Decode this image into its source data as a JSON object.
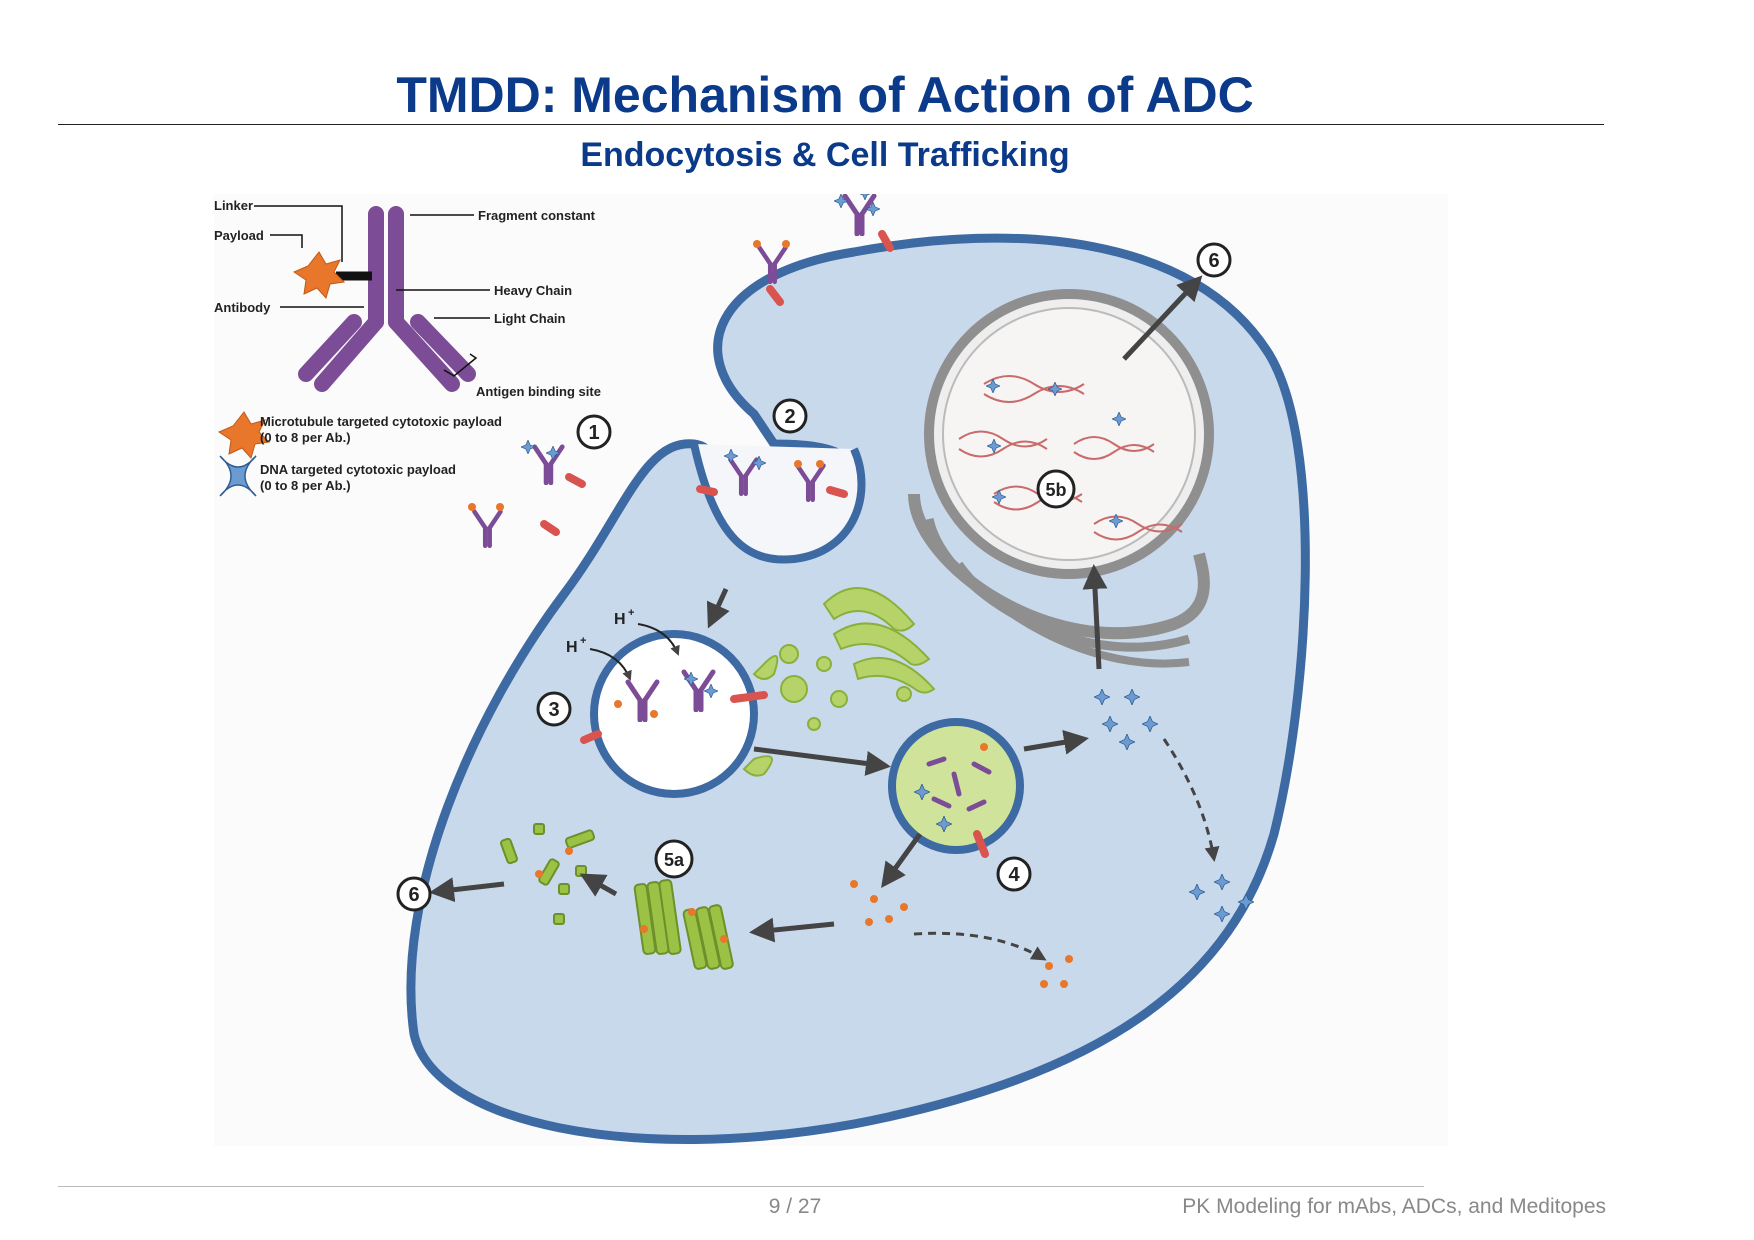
{
  "slide": {
    "title": "TMDD: Mechanism of Action of ADC",
    "subtitle": "Endocytosis & Cell Trafficking",
    "page": "9 / 27",
    "footer": "PK Modeling for mAbs, ADCs, and Meditopes"
  },
  "figure": {
    "legend": {
      "linker": "Linker",
      "payload": "Payload",
      "antibody": "Antibody",
      "fragment_constant": "Fragment constant",
      "heavy_chain": "Heavy Chain",
      "light_chain": "Light Chain",
      "antigen_binding_site": "Antigen binding site",
      "micro_payload_line1": "Microtubule targeted cytotoxic payload",
      "micro_payload_line2": "(0 to 8 per Ab.)",
      "dna_payload_line1": "DNA targeted cytotoxic payload",
      "dna_payload_line2": "(0 to 8 per Ab.)"
    },
    "steps": {
      "s1": "1",
      "s2": "2",
      "s3": "3",
      "s4": "4",
      "s5a": "5a",
      "s5b": "5b",
      "s6_top": "6",
      "s6_left": "6"
    },
    "proton_label": "H",
    "proton_sup": "+",
    "colors": {
      "membrane": "#3d6aa3",
      "cytoplasm": "#c9d9ec",
      "antibody": "#7c4d96",
      "orange_payload": "#e8762b",
      "blue_payload": "#6b9bd1",
      "green": "#9bc245",
      "receptor": "#d9534f",
      "nucleus": "#9a9a9a",
      "title": "#0b3a8a"
    }
  }
}
